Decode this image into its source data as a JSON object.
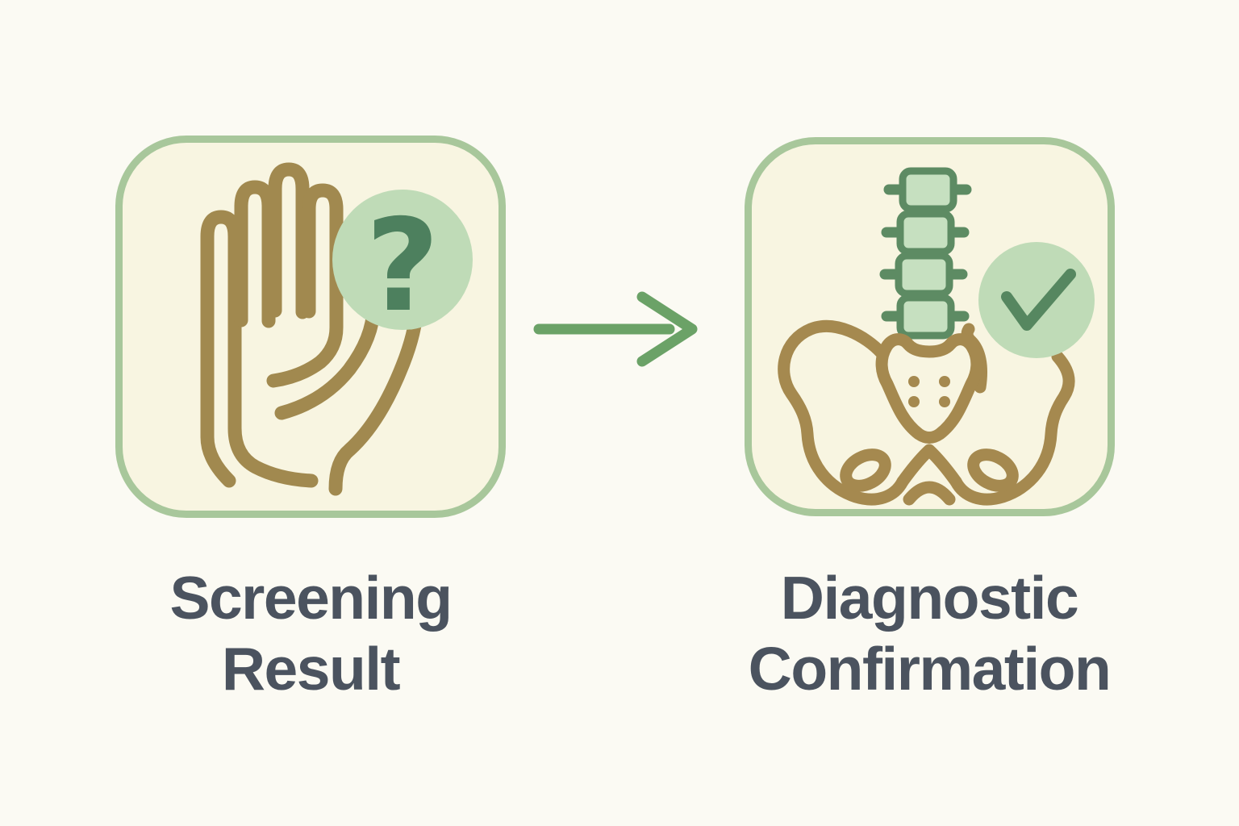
{
  "diagram": {
    "steps": [
      {
        "id": "screening-result",
        "label_line1": "Screening",
        "label_line2": "Result",
        "icon": "hand-icon",
        "badge": "question-badge",
        "badge_glyph": "?"
      },
      {
        "id": "diagnostic-confirmation",
        "label_line1": "Diagnostic",
        "label_line2": "Confirmation",
        "icon": "spine-and-pelvis-icon",
        "badge": "checkmark-badge"
      }
    ],
    "connector": "arrow-right",
    "colors": {
      "page_bg": "#fbfaf3",
      "card_bg": "#f8f5e1",
      "card_border": "#a8c79b",
      "hand_brown": "#a1894f",
      "pelvis_brown": "#a5894f",
      "spine_green": "#5d8b63",
      "spine_fill": "#c6e0c0",
      "badge_bg_green": "#bfdbb7",
      "badge_glyph_green": "#4d805e",
      "checkmark_green": "#568760",
      "arrow_green": "#6ba267",
      "label_text": "#4b535f"
    }
  }
}
